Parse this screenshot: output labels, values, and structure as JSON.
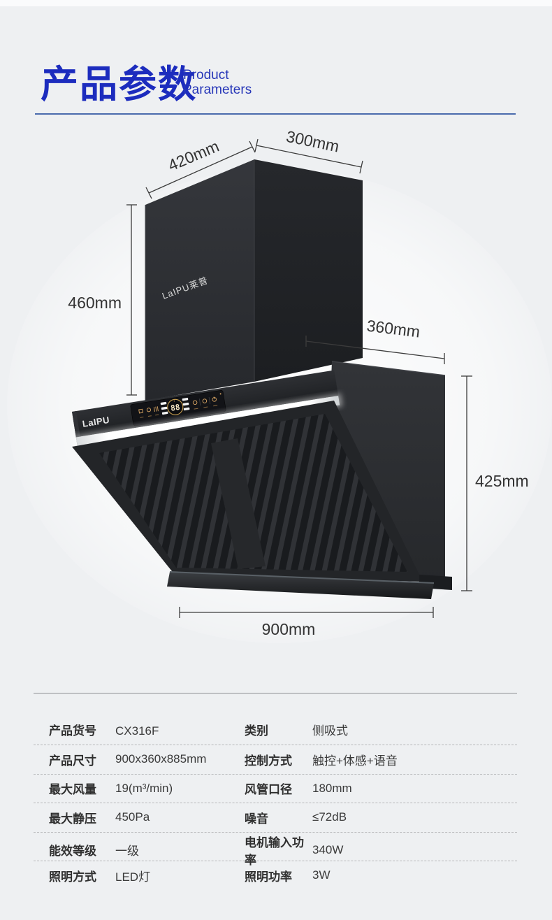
{
  "header": {
    "title": "产品参数",
    "subtitle_line1": "Product",
    "subtitle_line2": "Parameters",
    "accent_color": "#1c2cbe",
    "divider_color": "#4a6bad"
  },
  "figure": {
    "chimney_brand": "LaIPU莱普",
    "panel_brand": "LaIPU",
    "display_value": "88",
    "dimensions": {
      "top_width": "420mm",
      "top_depth": "300mm",
      "chimney_height": "460mm",
      "body_depth": "360mm",
      "body_height": "425mm",
      "body_width": "900mm"
    }
  },
  "table": {
    "rows": [
      {
        "l1": "产品货号",
        "v1": "CX316F",
        "l2": "类别",
        "v2": "侧吸式"
      },
      {
        "l1": "产品尺寸",
        "v1": "900x360x885mm",
        "l2": "控制方式",
        "v2": "触控+体感+语音"
      },
      {
        "l1": "最大风量",
        "v1": "19(m³/min)",
        "l2": "风管口径",
        "v2": "180mm"
      },
      {
        "l1": "最大静压",
        "v1": "450Pa",
        "l2": "噪音",
        "v2": "≤72dB"
      },
      {
        "l1": "能效等级",
        "v1": "一级",
        "l2": "电机输入功率",
        "v2": "340W"
      },
      {
        "l1": "照明方式",
        "v1": "LED灯",
        "l2": "照明功率",
        "v2": "3W"
      }
    ]
  }
}
